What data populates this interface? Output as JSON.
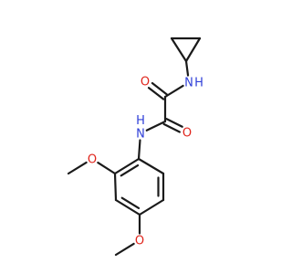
{
  "molecule": {
    "atoms": [
      {
        "id": "cp1",
        "symbol": "C"
      },
      {
        "id": "cp2",
        "symbol": "C"
      },
      {
        "id": "cp3",
        "symbol": "C"
      },
      {
        "id": "n1",
        "symbol": "N",
        "label": "N",
        "sublabel": "H",
        "color": "#2f3fd8"
      },
      {
        "id": "co1",
        "symbol": "C"
      },
      {
        "id": "o1",
        "symbol": "O",
        "label": "O",
        "color": "#e0241b"
      },
      {
        "id": "co2",
        "symbol": "C"
      },
      {
        "id": "o2",
        "symbol": "O",
        "label": "O",
        "color": "#e0241b"
      },
      {
        "id": "n2",
        "symbol": "N",
        "label": "N",
        "sublabel": "H",
        "color": "#2f3fd8"
      },
      {
        "id": "r1",
        "symbol": "C"
      },
      {
        "id": "r2",
        "symbol": "C"
      },
      {
        "id": "r3",
        "symbol": "C"
      },
      {
        "id": "r4",
        "symbol": "C"
      },
      {
        "id": "r5",
        "symbol": "C"
      },
      {
        "id": "r6",
        "symbol": "C"
      },
      {
        "id": "o3",
        "symbol": "O",
        "label": "O",
        "color": "#e0241b"
      },
      {
        "id": "me1",
        "symbol": "C"
      },
      {
        "id": "o4",
        "symbol": "O",
        "label": "O",
        "color": "#e0241b"
      },
      {
        "id": "me2",
        "symbol": "C"
      }
    ],
    "bonds": [
      {
        "a": "cp1",
        "b": "cp2",
        "order": 1
      },
      {
        "a": "cp2",
        "b": "cp3",
        "order": 1
      },
      {
        "a": "cp3",
        "b": "cp1",
        "order": 1
      },
      {
        "a": "cp3",
        "b": "n1",
        "order": 1
      },
      {
        "a": "n1",
        "b": "co1",
        "order": 1
      },
      {
        "a": "co1",
        "b": "o1",
        "order": 2
      },
      {
        "a": "co1",
        "b": "co2",
        "order": 1
      },
      {
        "a": "co2",
        "b": "o2",
        "order": 2
      },
      {
        "a": "co2",
        "b": "n2",
        "order": 1
      },
      {
        "a": "n2",
        "b": "r1",
        "order": 1
      },
      {
        "a": "r1",
        "b": "r2",
        "order": 2
      },
      {
        "a": "r2",
        "b": "r3",
        "order": 1
      },
      {
        "a": "r3",
        "b": "r4",
        "order": 2
      },
      {
        "a": "r4",
        "b": "r5",
        "order": 1
      },
      {
        "a": "r5",
        "b": "r6",
        "order": 2
      },
      {
        "a": "r6",
        "b": "r1",
        "order": 1
      },
      {
        "a": "r2",
        "b": "o3",
        "order": 1
      },
      {
        "a": "o3",
        "b": "me1",
        "order": 1
      },
      {
        "a": "r4",
        "b": "o4",
        "order": 1
      },
      {
        "a": "o4",
        "b": "me2",
        "order": 1
      }
    ]
  }
}
